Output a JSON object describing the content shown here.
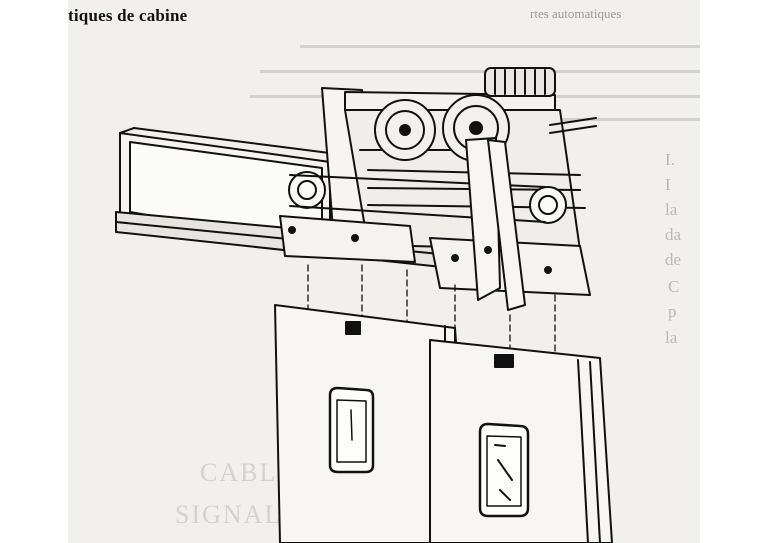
{
  "page": {
    "heading": "tiques de cabine",
    "bleed_heading": "rtes automatiques",
    "margin_letters": [
      "I.",
      "I",
      "la",
      "da",
      "de",
      "C",
      "p",
      "la"
    ],
    "bleed_bottom_words": [
      "CABLAGE",
      "SIGNALISATION"
    ]
  },
  "figure": {
    "type": "technical-line-drawing",
    "subject": "door operator with two door panels"
  },
  "colors": {
    "paper": "#f1f0ee",
    "ink": "#111111",
    "bleed": "#9a9a9a"
  }
}
